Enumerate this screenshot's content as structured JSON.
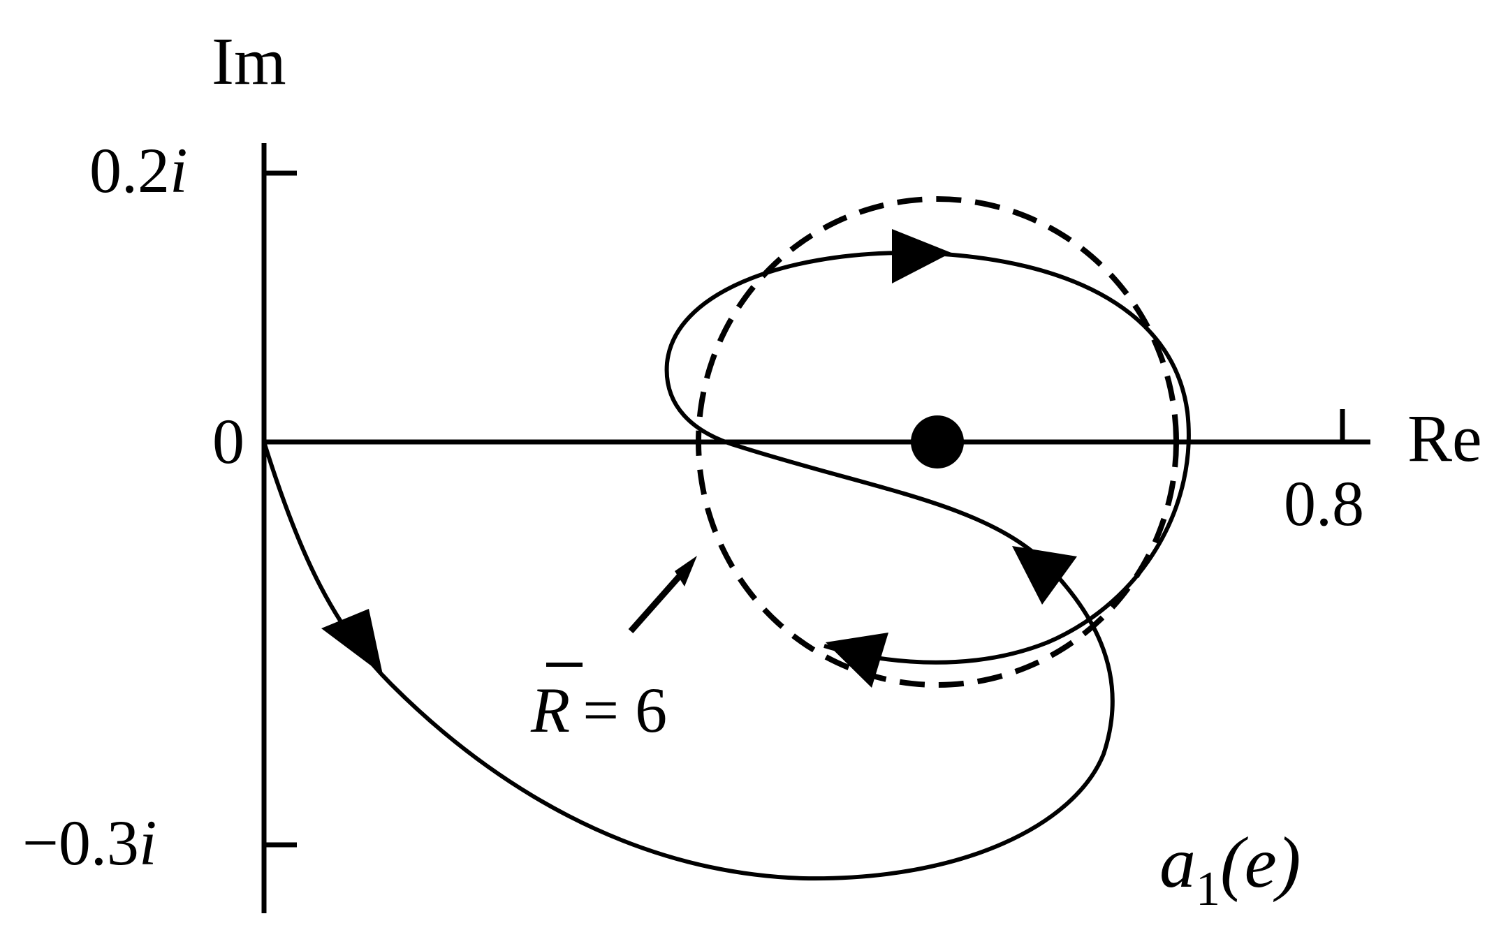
{
  "diagram": {
    "axes": {
      "y_axis_label": "Im",
      "x_axis_label": "Re",
      "origin_label": "0",
      "x_tick_label": "0.8",
      "y_top_tick": {
        "number": "0.2",
        "unit": "i"
      },
      "y_bottom_tick": {
        "number": "−0.3",
        "unit": "i"
      }
    },
    "annotations": {
      "radius_label": {
        "symbol": "R",
        "relation": "= 6"
      },
      "curve_label": {
        "symbol": "a",
        "subscript": "1",
        "argument": "(e)"
      }
    },
    "colors": {
      "ink": "#000000",
      "background": "#ffffff"
    },
    "line_styles": {
      "trajectory": "solid",
      "circle": "dashed"
    }
  }
}
